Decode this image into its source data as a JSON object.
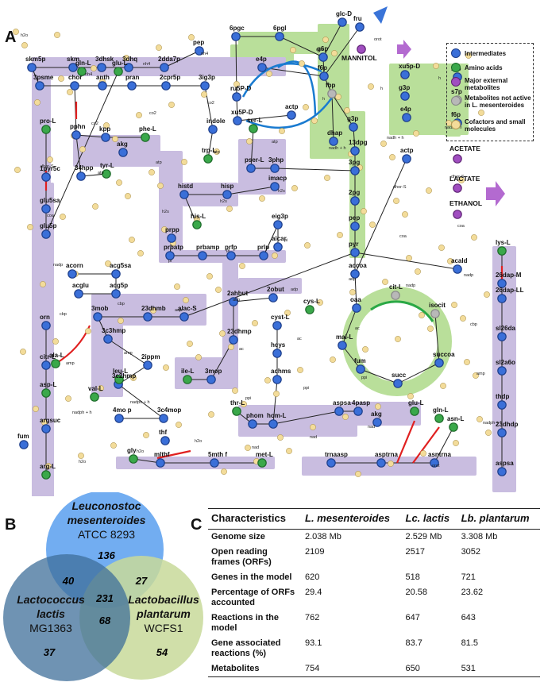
{
  "panels": {
    "a": "A",
    "b": "B",
    "c": "C"
  },
  "colors": {
    "intermediate": "#3a6fd8",
    "amino_acid": "#3aa84a",
    "external": "#a04ec0",
    "inactive": "#b8b8b8",
    "cofactor": "#f3dc9a",
    "pathway_purple": "#c9bde0",
    "pathway_green": "#b9df9a",
    "arrow_blue": "#1a7bd0",
    "arrow_red": "#e02020"
  },
  "legend": {
    "intermediates": "Intermediates",
    "amino_acids": "Amino acids",
    "major_external": "Major external metabolites",
    "inactive": "Metabolites not active in L. mesenteroides",
    "cofactors": "Cofactors and small molecules"
  },
  "map": {
    "external": [
      "MANNITOL",
      "ACETATE",
      "LACTATE",
      "ETHANOL"
    ],
    "nodes": {
      "glc_d": "glc-D",
      "fru": "fru",
      "g6p": "g6p",
      "f6p": "f6p",
      "fbp": "fbp",
      "dhap": "dhap",
      "g3p": "g3p",
      "13dpg": "13dpg",
      "3pg": "3pg",
      "2pg": "2pg",
      "pep": "pep",
      "pyr": "pyr",
      "accoa": "accoa",
      "actp": "actp",
      "6pgc": "6pgc",
      "6pgl": "6pgl",
      "ru5p": "ru5P-D",
      "xu5p": "xu5P-D",
      "e4p": "e4p",
      "r5p": "r5p",
      "s7p": "s7p",
      "g3p_r": "g3p",
      "f6p_r": "f6p",
      "e4p_r": "e4p",
      "xu5p_r": "xu5p-D",
      "skm5p": "skm5p",
      "skm": "skm",
      "3dhsk": "3dhsk",
      "3dhq": "3dhq",
      "2dda7p": "2dda7p",
      "pep_top": "pep",
      "3psme": "3psme",
      "chor": "chor",
      "anth": "anth",
      "pran": "pran",
      "2cpr5p": "2cpr5p",
      "3ig3p": "3ig3p",
      "indole": "indole",
      "trp": "trp-L",
      "glu_l": "glu-L",
      "gln_l": "gln-L",
      "pphn": "pphn",
      "kpp": "kpp",
      "phe": "phe-L",
      "34hpp": "34hpp",
      "tyr": "tyr-L",
      "akg": "akg",
      "pro": "pro-L",
      "1pyr5c": "1pyr5c",
      "glu5sa": "glu5sa",
      "glu5p": "glu5p",
      "acorn": "acorn",
      "acg5sa": "acg5sa",
      "acglu": "acglu",
      "acg5p": "acg5p",
      "orn": "orn",
      "citr": "citr-L",
      "asp_l": "asp-L",
      "argsuc": "argsuc",
      "fum_b": "fum",
      "arg": "arg-L",
      "3php": "3php",
      "pser": "pser-L",
      "ser": "ser-L",
      "imacp": "imacp",
      "histd": "histd",
      "hisp": "hisp",
      "his": "his-L",
      "eig3p": "eig3p",
      "aicar": "aicar",
      "prpp": "prpp",
      "prbatp": "prbatp",
      "prbamp": "prbamp",
      "prfp": "prfp",
      "prlp": "prlp",
      "3mob": "3mob",
      "23dhmb": "23dhmb",
      "alac": "alac-S",
      "val": "val-L",
      "ala": "ala-L",
      "3c3hmp": "3c3hmp",
      "2ippm": "2ippm",
      "3c2hmp": "3c2hmp",
      "leu": "leu-L",
      "4mop": "4mo p",
      "3c4mop": "3c4mop",
      "2obut": "2obut",
      "2ahbut": "2ahbut",
      "23dhmp": "23dhmp",
      "3mop": "3mop",
      "ile": "ile-L",
      "cys": "cys-L",
      "cyst": "cyst-L",
      "hcys": "hcys",
      "achms": "achms",
      "thr": "thr-L",
      "phom": "phom",
      "hom": "hom-L",
      "aspsa": "aspsa",
      "4pasp": "4pasp",
      "met": "met-L",
      "gly": "gly",
      "mlthf": "mlthf",
      "5mthf": "5mth f",
      "thf": "thf",
      "oaa": "oaa",
      "cit": "cit-L",
      "isocit": "isocit",
      "mal": "mal-L",
      "fum": "fum",
      "succoa": "succoa",
      "succ": "succ",
      "acald": "acald",
      "lys": "lys-L",
      "26dapm": "26dap-M",
      "26dapll": "26dap-LL",
      "sl26da": "sl26da",
      "sl2a6o": "sl2a6o",
      "thdp": "thdp",
      "23dhdp": "23dhdp",
      "aspsa2": "aspsa",
      "asn": "asn-L",
      "trnaasp": "trnaasp",
      "asptrna": "asptrna",
      "asntrna": "asntrna",
      "gln_r": "gln-L",
      "glu_r": "glu-L",
      "akg_r": "akg"
    },
    "cofactors": [
      "h2o",
      "atp",
      "adp",
      "nad",
      "nadh + h",
      "nadp",
      "nadph + h",
      "co2",
      "pi",
      "ppi",
      "h",
      "coa",
      "amp",
      "nh4",
      "h2s",
      "ac",
      "orot",
      "dhor-S",
      "cbp"
    ]
  },
  "venn": {
    "sets": [
      {
        "name": "Leuconostoc mesenteroides",
        "strain": "ATCC 8293",
        "color": "#6aa9f0"
      },
      {
        "name": "Lactococcus lactis",
        "strain": "MG1363",
        "color": "#4f7fa8"
      },
      {
        "name": "Lactobacillus plantarum",
        "strain": "WCFS1",
        "color": "#c8d99a"
      }
    ],
    "counts": {
      "only_leuc": "136",
      "only_lacto": "37",
      "only_lacp": "54",
      "leuc_lacto": "40",
      "leuc_lacp": "27",
      "lacto_lacp": "68",
      "all": "231"
    }
  },
  "table": {
    "headers": [
      "Characteristics",
      "L. mesenteroides",
      "Lc. lactis",
      "Lb. plantarum"
    ],
    "rows": [
      {
        "label": "Genome size",
        "values": [
          "2.038 Mb",
          "2.529 Mb",
          "3.308 Mb"
        ]
      },
      {
        "label": "Open reading frames (ORFs)",
        "values": [
          "2109",
          "2517",
          "3052"
        ]
      },
      {
        "label": "Genes in the model",
        "values": [
          "620",
          "518",
          "721"
        ]
      },
      {
        "label": "Percentage of ORFs accounted",
        "values": [
          "29.4",
          "20.58",
          "23.62"
        ]
      },
      {
        "label": "Reactions in the model",
        "values": [
          "762",
          "647",
          "643"
        ]
      },
      {
        "label": "Gene associated reactions (%)",
        "values": [
          "93.1",
          "83.7",
          "81.5"
        ]
      },
      {
        "label": "Metabolites",
        "values": [
          "754",
          "650",
          "531"
        ]
      }
    ]
  }
}
